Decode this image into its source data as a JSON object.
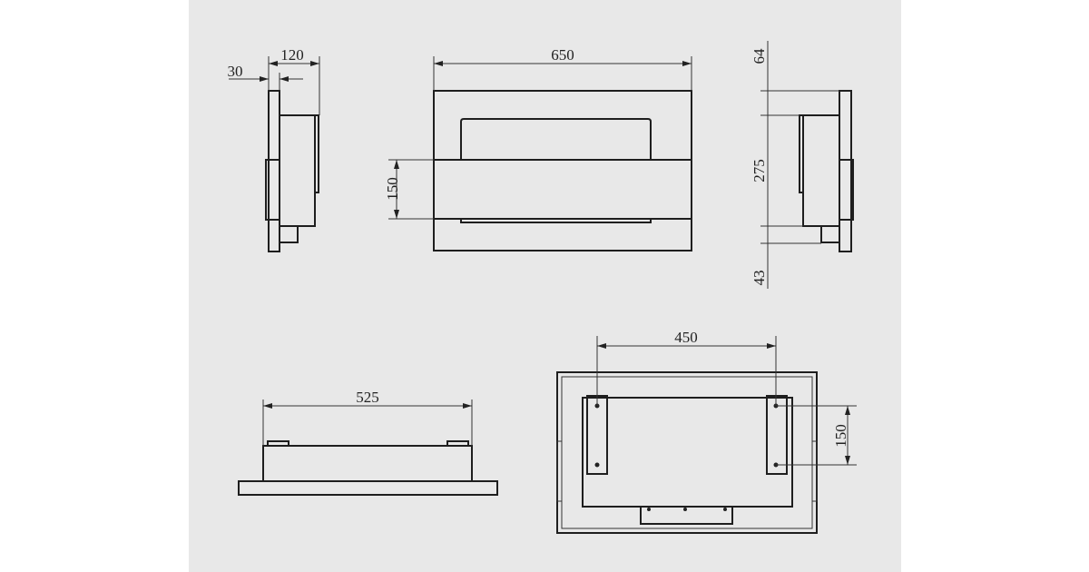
{
  "dimensions": {
    "side_left": {
      "total_depth": "120",
      "plate_depth": "30"
    },
    "front": {
      "width": "650",
      "height_band": "150"
    },
    "side_right": {
      "top_offset": "64",
      "body_height": "275",
      "bottom_offset": "43"
    },
    "top_view": {
      "width": "525"
    },
    "back_view": {
      "bracket_spacing": "450",
      "hole_spacing": "150"
    }
  },
  "colors": {
    "panel": "#e8e8e8",
    "line": "#1e1e1e"
  }
}
